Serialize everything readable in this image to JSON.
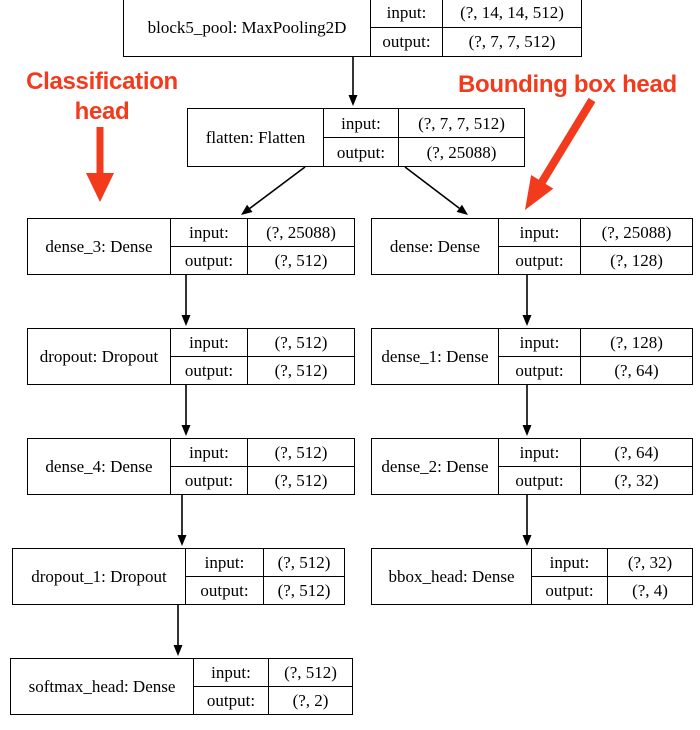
{
  "colors": {
    "annotation_red": "#f23a1d",
    "line_black": "#000000",
    "background": "#ffffff"
  },
  "labels": {
    "input": "input:",
    "output": "output:"
  },
  "annotations": {
    "classification_line1": "Classification",
    "classification_line2": "head",
    "bounding_box_head": "Bounding box head"
  },
  "nodes": [
    {
      "id": "block5_pool",
      "label": "block5_pool: MaxPooling2D",
      "input": "(?, 14, 14, 512)",
      "output": "(?, 7, 7, 512)"
    },
    {
      "id": "flatten",
      "label": "flatten: Flatten",
      "input": "(?, 7, 7, 512)",
      "output": "(?, 25088)"
    },
    {
      "id": "dense_3",
      "label": "dense_3: Dense",
      "input": "(?, 25088)",
      "output": "(?, 512)"
    },
    {
      "id": "dense",
      "label": "dense: Dense",
      "input": "(?, 25088)",
      "output": "(?, 128)"
    },
    {
      "id": "dropout",
      "label": "dropout: Dropout",
      "input": "(?, 512)",
      "output": "(?, 512)"
    },
    {
      "id": "dense_1",
      "label": "dense_1: Dense",
      "input": "(?, 128)",
      "output": "(?, 64)"
    },
    {
      "id": "dense_4",
      "label": "dense_4: Dense",
      "input": "(?, 512)",
      "output": "(?, 512)"
    },
    {
      "id": "dense_2",
      "label": "dense_2: Dense",
      "input": "(?, 64)",
      "output": "(?, 32)"
    },
    {
      "id": "dropout_1",
      "label": "dropout_1: Dropout",
      "input": "(?, 512)",
      "output": "(?, 512)"
    },
    {
      "id": "bbox_head",
      "label": "bbox_head: Dense",
      "input": "(?, 32)",
      "output": "(?, 4)"
    },
    {
      "id": "softmax_head",
      "label": "softmax_head: Dense",
      "input": "(?, 512)",
      "output": "(?, 2)"
    }
  ]
}
